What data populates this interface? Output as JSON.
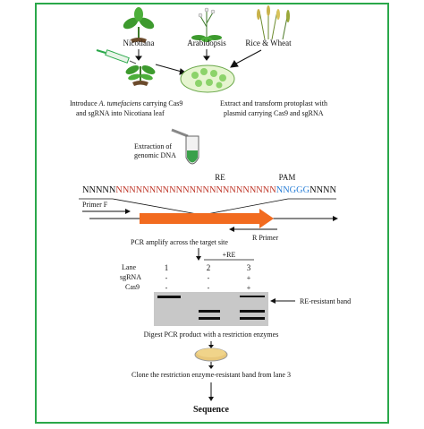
{
  "plants": {
    "nicotiana": "Nicotiana",
    "arabidopsis": "Arabidopsis",
    "rice_wheat": "Rice & Wheat"
  },
  "steps": {
    "introduce_line1_prefix": "Introduce",
    "introduce_line1_italic": "A. tumefaciens",
    "introduce_line1_suffix": "carrying Cas9",
    "introduce_line2": "and sgRNA into Nicotiana leaf",
    "extract_line1": "Extract and transform protoplast with",
    "extract_line2": "plasmid carrying Cas9 and sgRNA",
    "dna_line1": "Extraction of",
    "dna_line2": "genomic DNA"
  },
  "sequence": {
    "re_label": "RE",
    "pam_label": "PAM",
    "left_black": "NNNNN",
    "red": "NNNNNNNNNNNNNNNNNNNNNNNN",
    "blue": "NNGGG",
    "right_black": "NNNN"
  },
  "primers": {
    "forward": "Primer F",
    "reverse": "R Primer"
  },
  "pcr": {
    "step_label": "PCR amplify across the target site",
    "re_header": "+RE",
    "row_lane": "Lane",
    "row_sgrna": "sgRNA",
    "row_cas9": "Cas9",
    "lanes": [
      {
        "number": "1",
        "sgrna": "-",
        "cas9": "-"
      },
      {
        "number": "2",
        "sgrna": "-",
        "cas9": "-"
      },
      {
        "number": "3",
        "sgrna": "+",
        "cas9": "+"
      }
    ],
    "band_label": "RE-resistant band"
  },
  "final_steps": {
    "digest": "Digest PCR product with a restriction enzymes",
    "clone": "Clone the restriction enzyme-resistant band from lane 3",
    "sequence": "Sequence"
  },
  "colors": {
    "frame": "#2aa84a",
    "sequence_red": "#c0392b",
    "sequence_blue": "#2a7fd6",
    "amplicon": "#f26b1f",
    "gel": "#c8c8c8",
    "leaf": "#3d9a2e"
  }
}
